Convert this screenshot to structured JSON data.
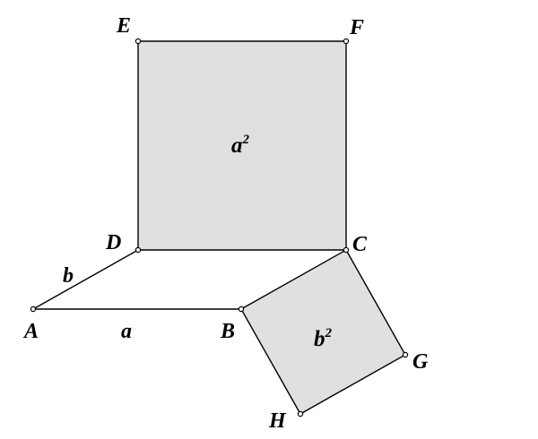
{
  "points": {
    "A": "A",
    "B": "B",
    "C": "C",
    "D": "D",
    "E": "E",
    "F": "F",
    "G": "G",
    "H": "H"
  },
  "segments": {
    "a": "a",
    "b": "b"
  },
  "areas": {
    "big_square_base": "a",
    "big_square_exp": "2",
    "small_square_base": "b",
    "small_square_exp": "2"
  },
  "colors": {
    "fill": "#e0e0e0",
    "stroke": "#000000"
  }
}
